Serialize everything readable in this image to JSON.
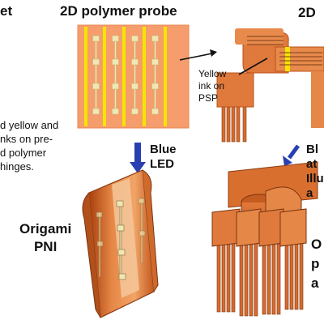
{
  "top_left": {
    "cut_text": "et"
  },
  "probe": {
    "title": "2D polymer probe",
    "yellow_ink_label": [
      "Yellow",
      "ink on",
      "PSP"
    ]
  },
  "right_top": {
    "title": "2D"
  },
  "left_note": {
    "lines": [
      "d yellow and",
      "nks on pre-",
      "d polymer",
      "hinges."
    ]
  },
  "arrow_left": {
    "lines": [
      "Blue",
      "LED"
    ]
  },
  "arrow_right": {
    "lines": [
      "Bl",
      "at",
      "Illu",
      "a"
    ]
  },
  "origami_pni": {
    "lines": [
      "Origami",
      "PNI"
    ]
  },
  "bottom_right": {
    "lines": [
      "O",
      "p",
      "a"
    ]
  },
  "colors": {
    "orange": "#e07a3c",
    "orange_dark": "#b84f17",
    "salmon": "#f29a6a",
    "yellow": "#f5e500",
    "electrode": "#f1e7b4",
    "arrow_blue": "#2a3fb0"
  }
}
